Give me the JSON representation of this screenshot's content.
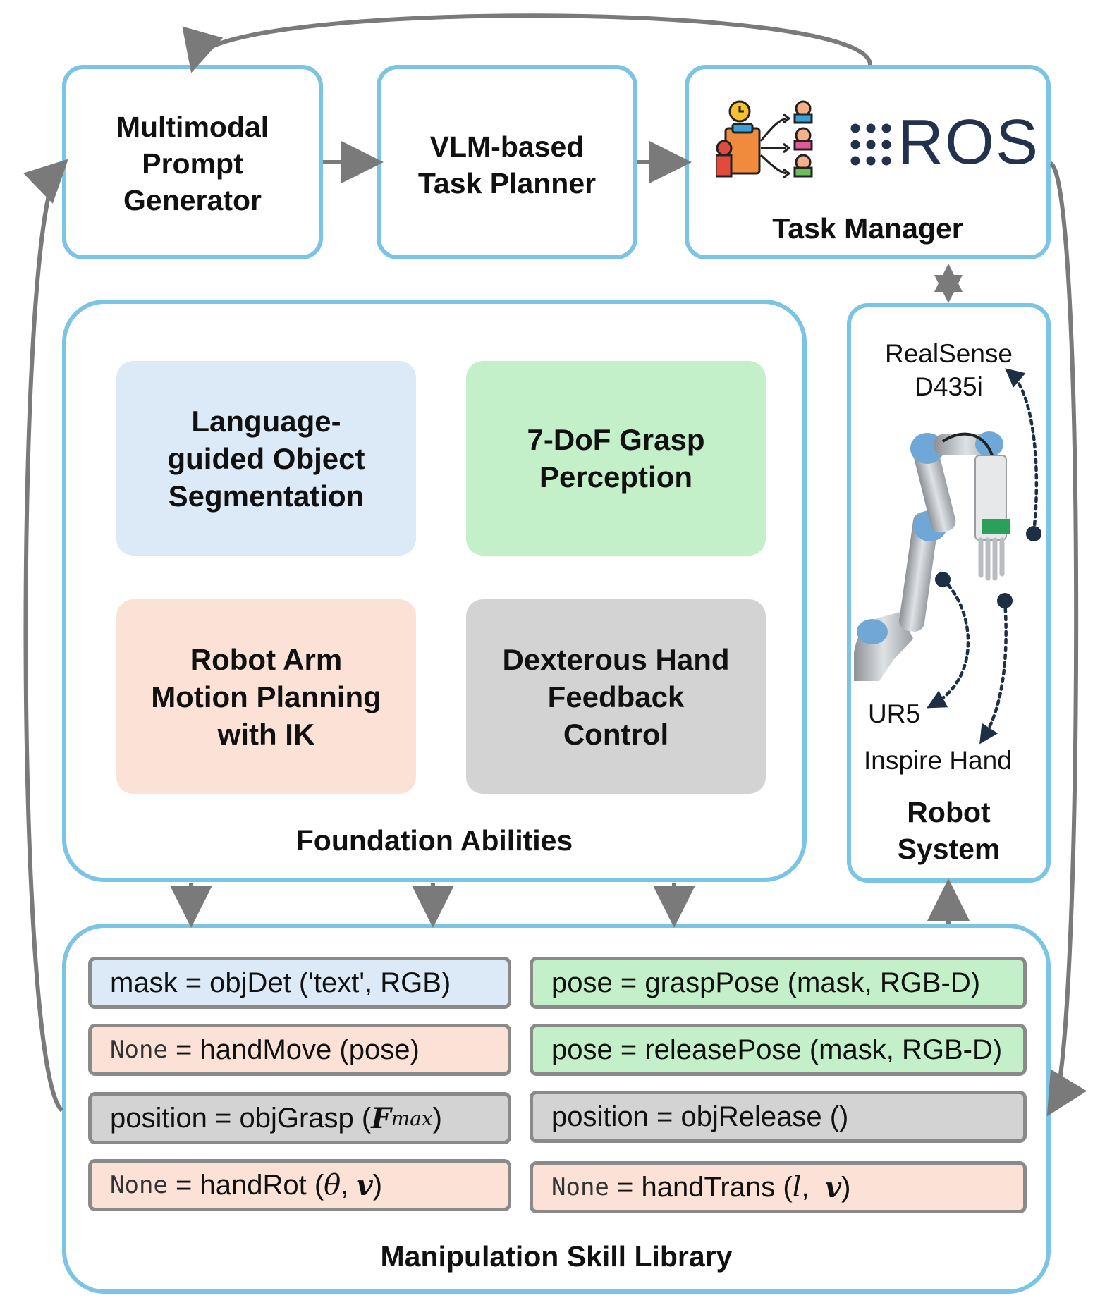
{
  "modules": {
    "prompt_generator": "Multimodal\nPrompt\nGenerator",
    "task_planner": "VLM-based\nTask Planner",
    "task_manager": "Task Manager",
    "ros_logo": "ROS"
  },
  "foundation": {
    "title": "Foundation Abilities",
    "abilities": [
      {
        "label": "Language-\nguided Object\nSegmentation",
        "color": "#dce9f7"
      },
      {
        "label": "7-DoF Grasp\nPerception",
        "color": "#c3f0c8"
      },
      {
        "label": "Robot Arm\nMotion Planning\nwith IK",
        "color": "#fbe1d6"
      },
      {
        "label": "Dexterous Hand\nFeedback\nControl",
        "color": "#d3d3d3"
      }
    ]
  },
  "robot_system": {
    "title": "Robot\nSystem",
    "camera_label": "RealSense\nD435i",
    "arm_label": "UR5",
    "hand_label": "Inspire Hand"
  },
  "skill_library": {
    "title": "Manipulation Skill Library",
    "left": [
      {
        "output": "mask",
        "func": "objDet",
        "args": "('text', RGB)",
        "color": "#dce9f7"
      },
      {
        "output": "None",
        "func": "handMove",
        "args": "(pose)",
        "color": "#fbe1d6"
      },
      {
        "output": "position",
        "func": "objGrasp",
        "arg_sym": "F",
        "arg_sub": "max",
        "color": "#d3d3d3"
      },
      {
        "output": "None",
        "func": "handRot",
        "arg1": "θ",
        "arg2": "v",
        "color": "#fbe1d6"
      }
    ],
    "right": [
      {
        "output": "pose",
        "func": "graspPose",
        "args": "(mask, RGB-D)",
        "color": "#c3f0c8"
      },
      {
        "output": "pose",
        "func": "releasePose",
        "args": "(mask, RGB-D)",
        "color": "#c3f0c8"
      },
      {
        "output": "position",
        "func": "objRelease",
        "args": "()",
        "color": "#d3d3d3"
      },
      {
        "output": "None",
        "func": "handTrans",
        "arg1": "l",
        "arg2": "v",
        "color": "#fbe1d6"
      }
    ]
  },
  "colors": {
    "border": "#7cc4e4",
    "arrow": "#7a7a7a",
    "dotted": "#1c2f45"
  }
}
